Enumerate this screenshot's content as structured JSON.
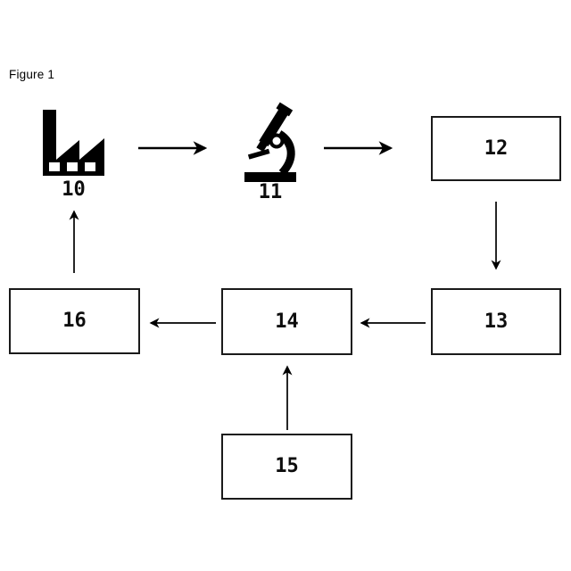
{
  "figure": {
    "title": "Figure 1"
  },
  "nodes": [
    {
      "id": "10",
      "type": "icon",
      "icon": "factory-icon"
    },
    {
      "id": "11",
      "type": "icon",
      "icon": "microscope-icon"
    },
    {
      "id": "12",
      "type": "box"
    },
    {
      "id": "13",
      "type": "box"
    },
    {
      "id": "14",
      "type": "box"
    },
    {
      "id": "15",
      "type": "box"
    },
    {
      "id": "16",
      "type": "box"
    }
  ],
  "edges": [
    {
      "from": "10",
      "to": "11"
    },
    {
      "from": "11",
      "to": "12"
    },
    {
      "from": "12",
      "to": "13"
    },
    {
      "from": "13",
      "to": "14"
    },
    {
      "from": "14",
      "to": "16"
    },
    {
      "from": "15",
      "to": "14"
    },
    {
      "from": "16",
      "to": "10"
    }
  ],
  "colors": {
    "ink": "#000000",
    "box_border": "#1a1a1a",
    "background": "#ffffff"
  }
}
